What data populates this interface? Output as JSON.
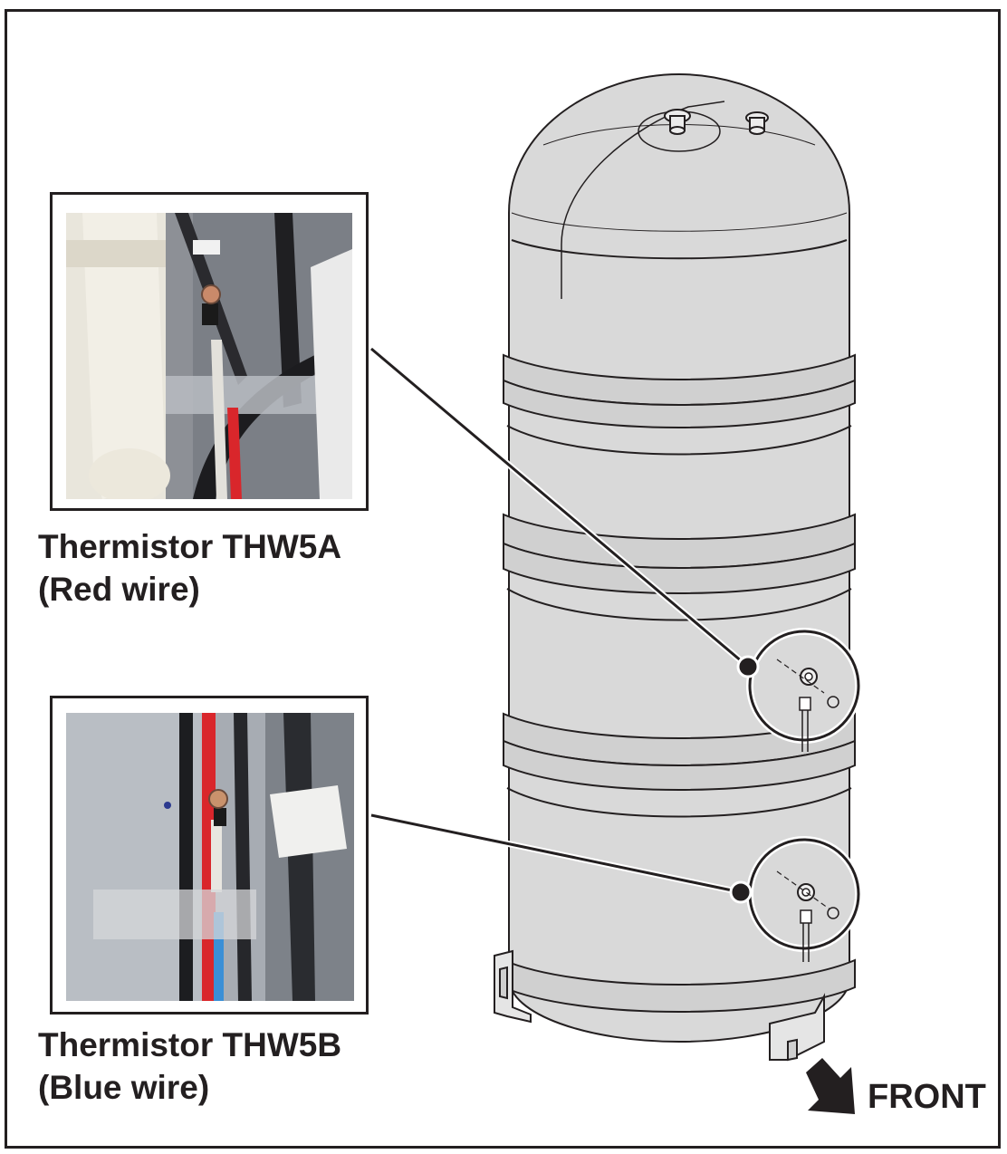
{
  "photos": [
    {
      "caption_line1": "Thermistor THW5A",
      "caption_line2": "(Red wire)",
      "wire_color": "#d9262b"
    },
    {
      "caption_line1": "Thermistor THW5B",
      "caption_line2": "(Blue wire)",
      "wire_color": "#3a8fd6"
    }
  ],
  "front_label": "FRONT",
  "colors": {
    "outline": "#231f20",
    "tank_fill": "#d9d9d9",
    "background": "#ffffff"
  }
}
